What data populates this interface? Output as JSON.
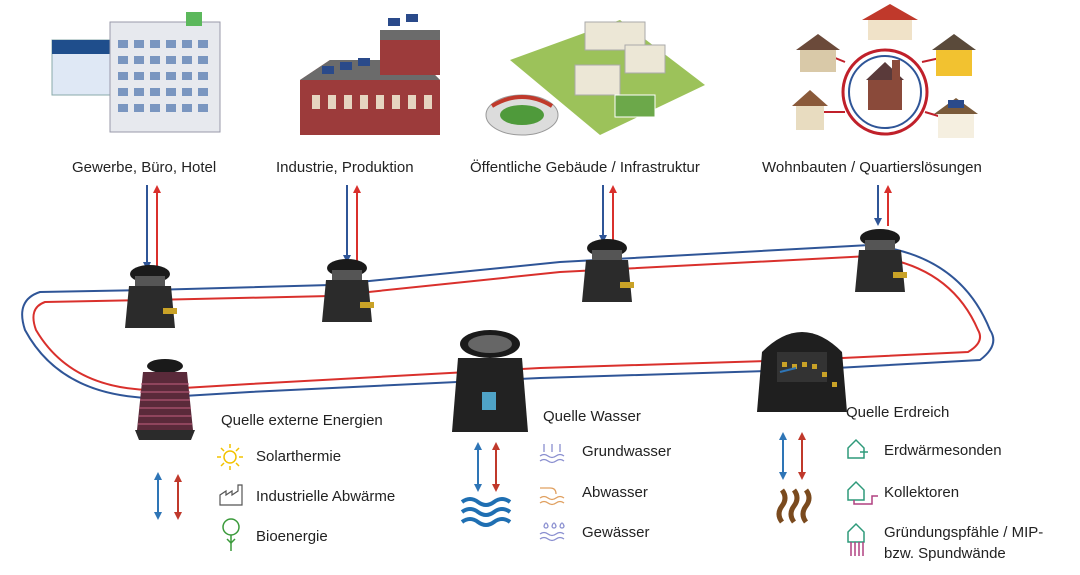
{
  "consumers": [
    {
      "label": "Gewerbe, Büro, Hotel"
    },
    {
      "label": "Industrie, Produktion"
    },
    {
      "label": "Öffentliche Gebäude / Infrastruktur"
    },
    {
      "label": "Wohnbauten / Quartierslösungen"
    }
  ],
  "sources": {
    "external": {
      "title": "Quelle externe Energien",
      "items": [
        "Solarthermie",
        "Industrielle Abwärme",
        "Bioenergie"
      ]
    },
    "water": {
      "title": "Quelle Wasser",
      "items": [
        "Grundwasser",
        "Abwasser",
        "Gewässer"
      ]
    },
    "ground": {
      "title": "Quelle Erdreich",
      "items": [
        "Erdwärmesonden",
        "Kollektoren",
        "Gründungspfähle / MIP-",
        "bzw. Spundwände"
      ]
    }
  },
  "colors": {
    "cold_line": "#2f5597",
    "warm_line": "#d9302c",
    "unit_body": "#2b2b2b",
    "water_blue": "#1f6fb2",
    "ground_brown": "#7a4a1e",
    "sun_yellow": "#f2c200",
    "bio_green": "#3a9a3a",
    "icon_teal": "#2e9a7a"
  }
}
